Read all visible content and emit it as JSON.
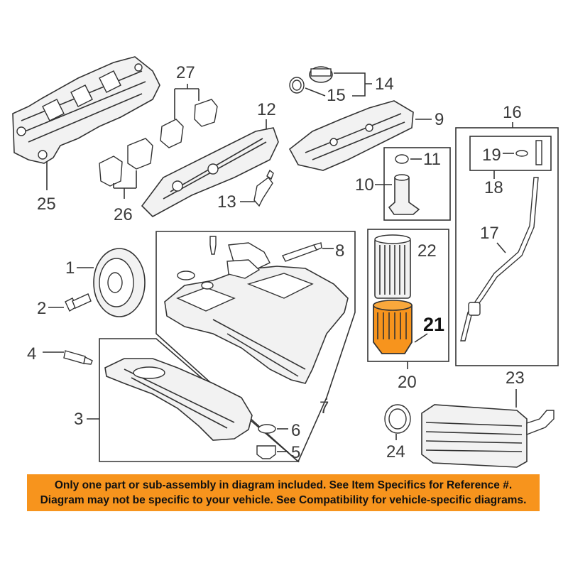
{
  "callouts": {
    "c1": "1",
    "c2": "2",
    "c3": "3",
    "c4": "4",
    "c5": "5",
    "c6": "6",
    "c7": "7",
    "c8": "8",
    "c9": "9",
    "c10": "10",
    "c11": "11",
    "c12": "12",
    "c13": "13",
    "c14": "14",
    "c15": "15",
    "c16": "16",
    "c17": "17",
    "c18": "18",
    "c19": "19",
    "c20": "20",
    "c21": "21",
    "c22": "22",
    "c23": "23",
    "c24": "24",
    "c25": "25",
    "c26": "26",
    "c27": "27"
  },
  "highlight": {
    "part": "21",
    "color": "#f7941d"
  },
  "disclaimer": {
    "line1": "Only one part or sub-assembly in diagram included. See Item Specifics for Reference #.",
    "line2": "Diagram may not be specific to your vehicle. See Compatibility for vehicle-specific diagrams.",
    "background": "#f7941d"
  }
}
